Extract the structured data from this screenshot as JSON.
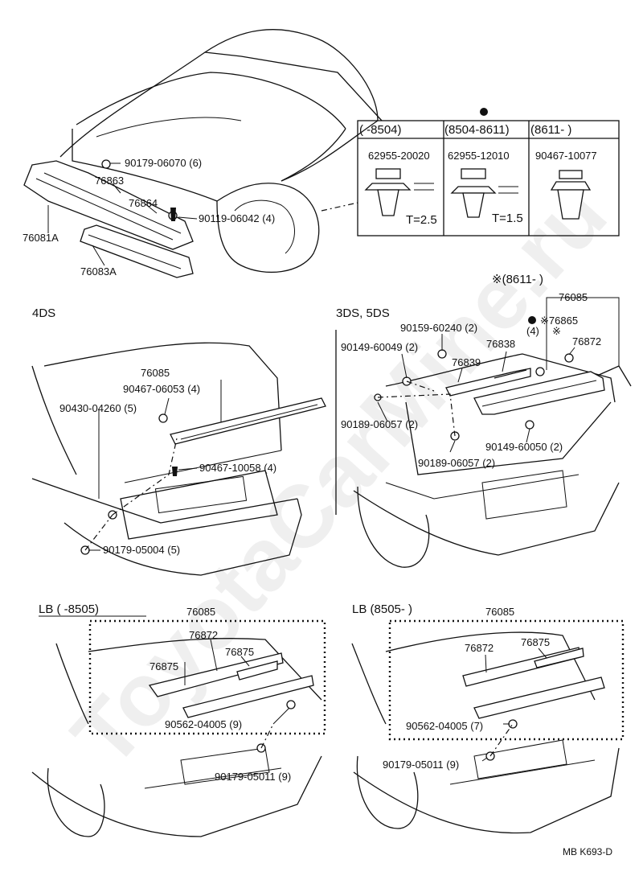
{
  "watermark": "ToyotaCarMine.ru",
  "top": {
    "labels": {
      "p76081A": "76081A",
      "p76083A": "76083A",
      "p76863": "76863",
      "p76864": "76864",
      "p90179_06070": "90179-06070 (6)",
      "p90119_06042": "90119-06042 (4)"
    },
    "table": {
      "headers": [
        "(      -8504)",
        "(8504-8611)",
        "(8611-      )"
      ],
      "parts": [
        "62955-20020",
        "62955-12010",
        "90467-10077"
      ],
      "dims": [
        "T=2.5",
        "T=1.5"
      ]
    }
  },
  "ds4": {
    "title": "4DS",
    "labels": {
      "p76085": "76085",
      "p90467_06053": "90467-06053 (4)",
      "p90430_04260": "90430-04260 (5)",
      "p90467_10058": "90467-10058 (4)",
      "p90179_05004": "90179-05004 (5)"
    }
  },
  "ds35": {
    "title": "3DS, 5DS",
    "note": "※(8611-      )",
    "labels": {
      "p76085": "76085",
      "p90159_60240": "90159-60240 (2)",
      "p90149_60049": "90149-60049 (2)",
      "p76838": "76838",
      "p76839": "76839",
      "q4": "(4)",
      "p76865": "※76865",
      "p76872": "76872",
      "star": "※",
      "p90189_06057a": "90189-06057 (2)",
      "p90189_06057b": "90189-06057 (2)",
      "p90149_60050": "90149-60050 (2)"
    }
  },
  "lb1": {
    "title": "LB (      -8505)",
    "labels": {
      "p76085": "76085",
      "p76872": "76872",
      "p76875a": "76875",
      "p76875b": "76875",
      "p90562": "90562-04005 (9)",
      "p90179": "90179-05011 (9)"
    }
  },
  "lb2": {
    "title": "LB (8505-      )",
    "labels": {
      "p76085": "76085",
      "p76872": "76872",
      "p76875": "76875",
      "p90562": "90562-04005 (7)",
      "p90179": "90179-05011 (9)"
    }
  },
  "footer": {
    "code": "MB K693-D"
  }
}
